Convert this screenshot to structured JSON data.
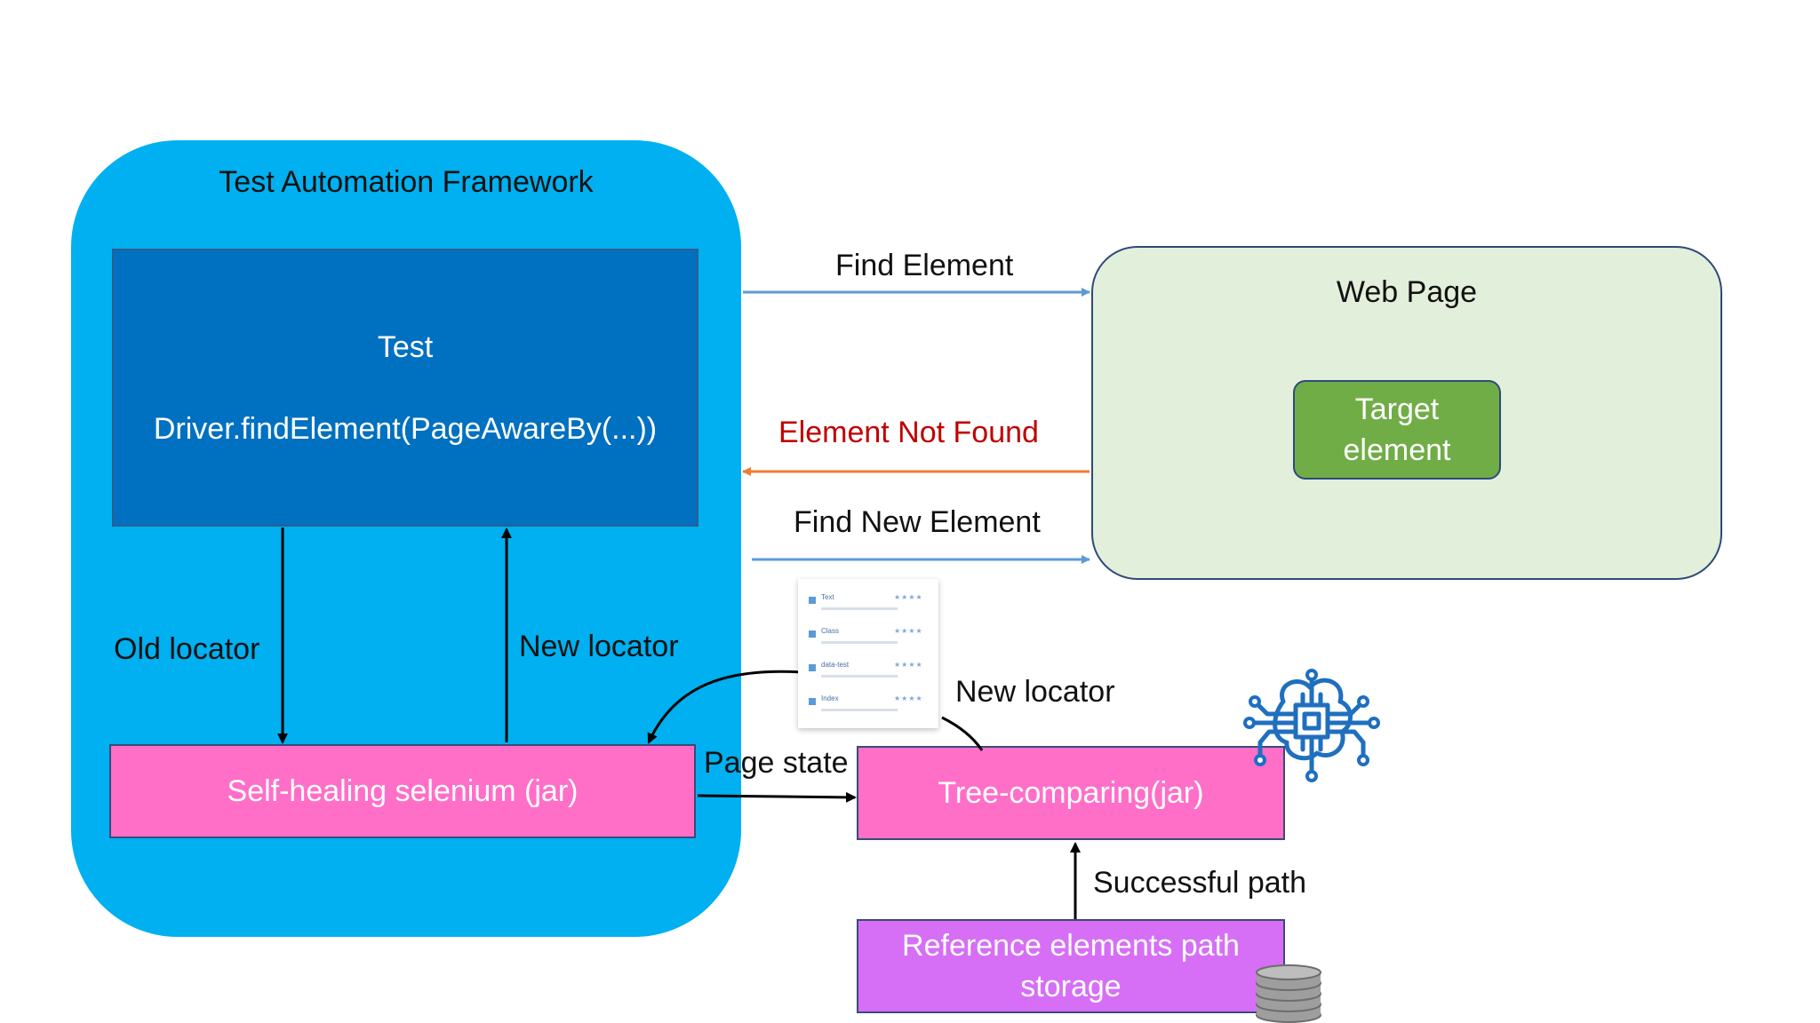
{
  "framework": {
    "title": "Test Automation Framework"
  },
  "test_box": {
    "label": "Test",
    "call": "Driver.findElement(PageAwareBy(...))"
  },
  "web_page": {
    "title": "Web Page",
    "target_line1": "Target",
    "target_line2": "element"
  },
  "components": {
    "self_healing": "Self-healing selenium (jar)",
    "tree_comparing": "Tree-comparing(jar)",
    "reference_storage_line1": "Reference elements path",
    "reference_storage_line2": "storage"
  },
  "edges": {
    "find_element": "Find Element",
    "element_not_found": "Element Not Found",
    "find_new_element": "Find New Element",
    "old_locator": "Old locator",
    "new_locator_up": "New locator",
    "new_locator_tree": "New locator",
    "page_state": "Page state",
    "successful_path": "Successful path"
  },
  "locator_list": {
    "rows": [
      {
        "name": "Text"
      },
      {
        "name": "Class"
      },
      {
        "name": "data-test"
      },
      {
        "name": "Index"
      }
    ]
  },
  "icons": {
    "chip": "ai-chip-brain-icon",
    "database": "database-stack-icon",
    "document": "locator-list-thumbnail"
  },
  "colors": {
    "framework": "#00b0f0",
    "test_box": "#0070c0",
    "web_page": "#e2efda",
    "target": "#70ad47",
    "jar_boxes": "#ff6fc8",
    "storage": "#d66ff5",
    "not_found_text": "#c00000",
    "blue_arrow": "#5b9bd5",
    "orange_arrow": "#ed7d31"
  }
}
